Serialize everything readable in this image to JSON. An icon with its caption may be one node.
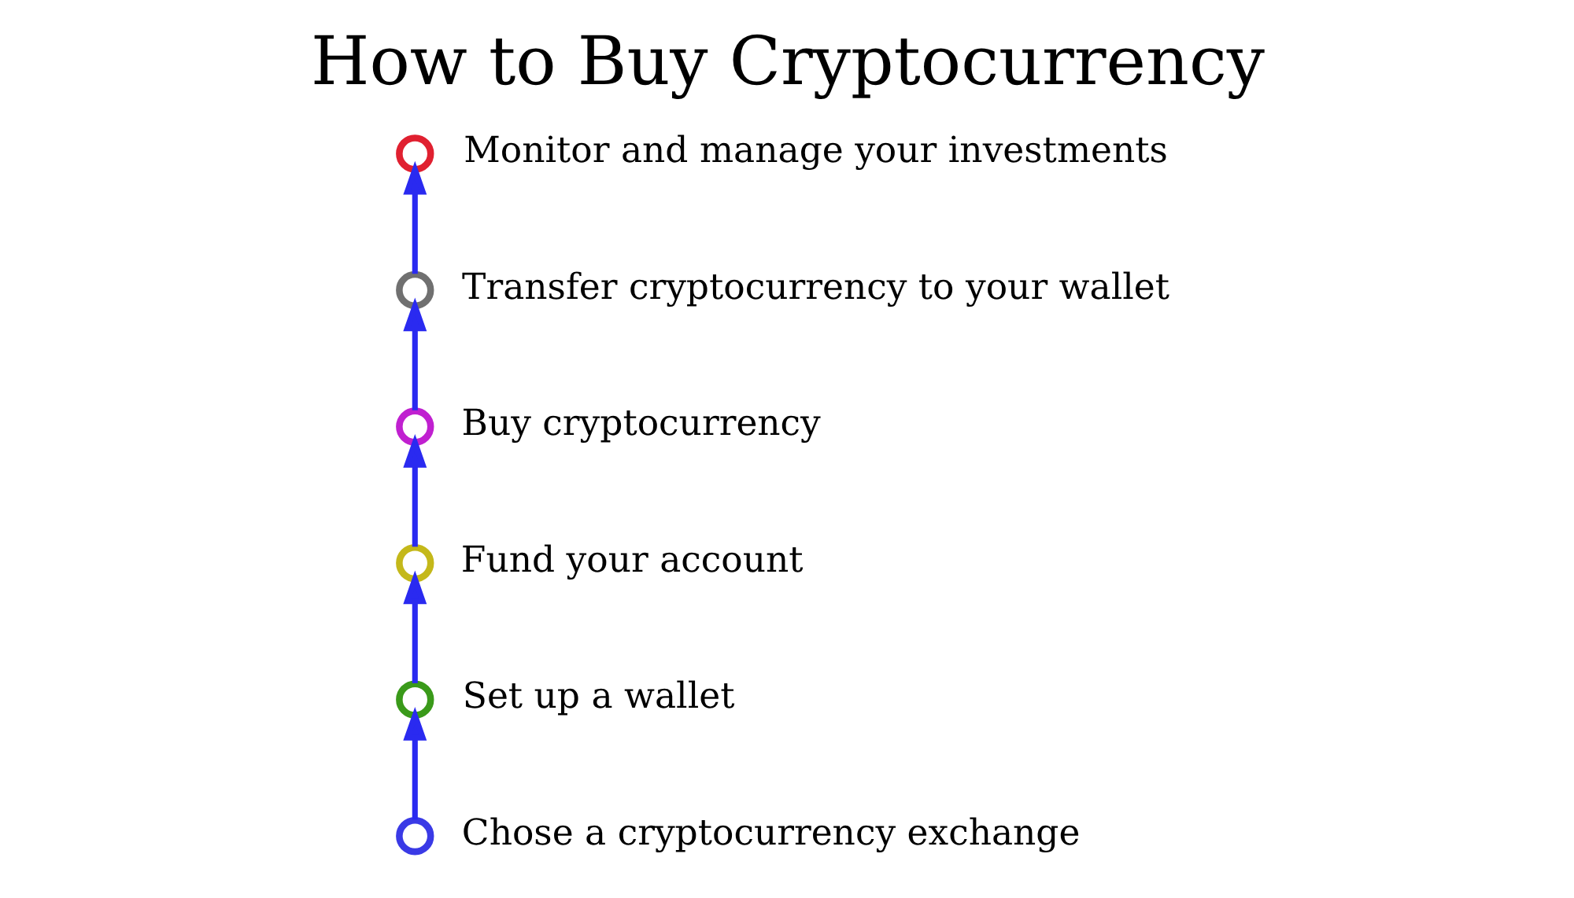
{
  "diagram": {
    "title": "How to Buy Cryptocurrency",
    "nodes": [
      {
        "text": [],
        "shape": "circle",
        "beside": [
          "Chose a cryptocurrency exchange"
        ]
      },
      {
        "text": [],
        "shape": "circle",
        "beside": [
          "Set up a wallet"
        ]
      },
      {
        "text": [],
        "shape": "circle",
        "beside": [
          "Fund your account"
        ]
      },
      {
        "text": [],
        "shape": "circle",
        "beside": [
          "Buy cryptocurrency"
        ]
      },
      {
        "text": [],
        "shape": "circle",
        "beside": [
          "Transfer cryptocurrency to your wallet"
        ]
      },
      {
        "text": [],
        "shape": "circle",
        "beside": [
          "Monitor and manage your investments"
        ]
      }
    ],
    "edges": [
      {
        "from": 0,
        "to": 1,
        "arrow": "to"
      },
      {
        "from": 1,
        "to": 2,
        "arrow": "to"
      },
      {
        "from": 2,
        "to": 3,
        "arrow": "to"
      },
      {
        "from": 3,
        "to": 4,
        "arrow": "to"
      },
      {
        "from": 4,
        "to": 5,
        "arrow": "to"
      }
    ]
  }
}
